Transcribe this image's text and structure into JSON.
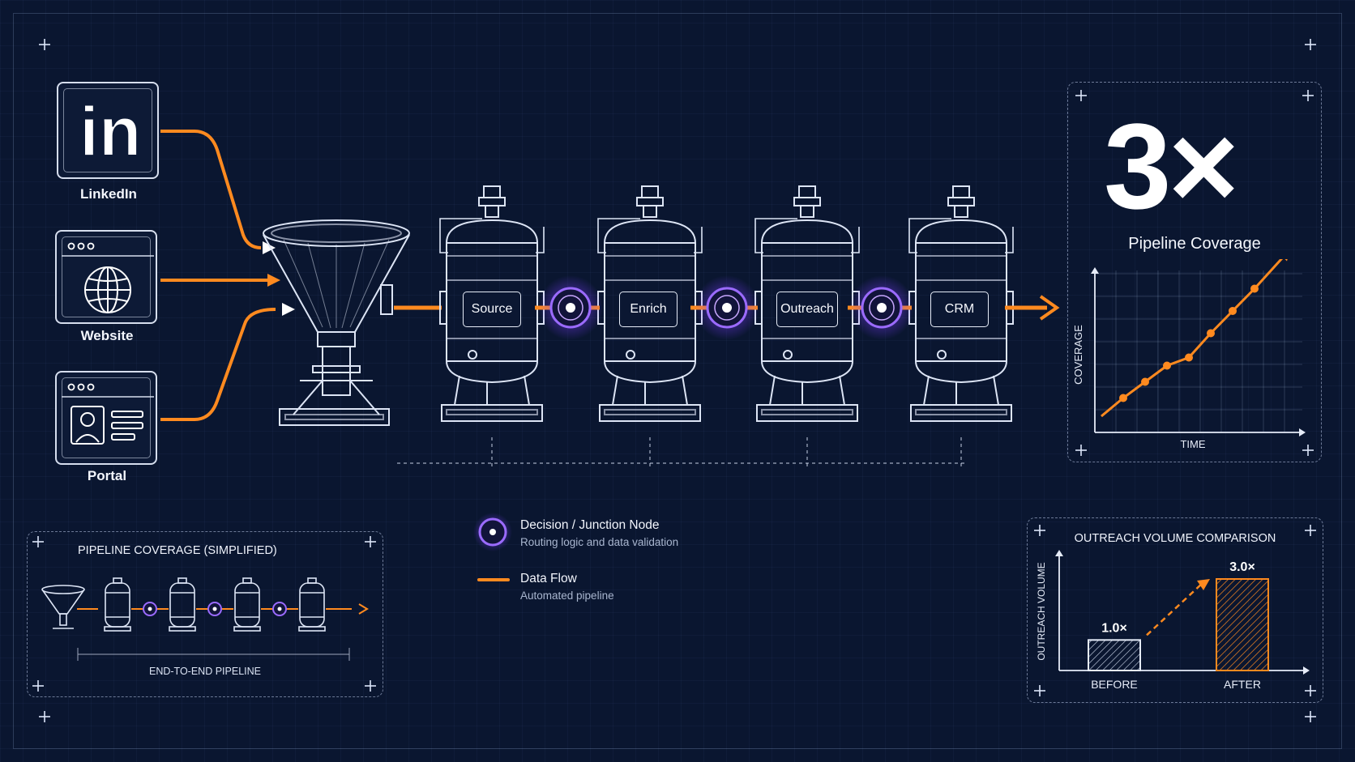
{
  "sources": [
    {
      "label": "LinkedIn",
      "icon": "linkedin-icon"
    },
    {
      "label": "Website",
      "icon": "globe-icon"
    },
    {
      "label": "Portal",
      "icon": "profile-card-icon"
    }
  ],
  "stages": [
    "Source",
    "Enrich",
    "Outreach",
    "CRM"
  ],
  "headline": {
    "value": "3×",
    "caption": "Pipeline Coverage"
  },
  "coverage_chart": {
    "xlabel": "TIME",
    "ylabel": "COVERAGE"
  },
  "simplified": {
    "title": "PIPELINE COVERAGE (SIMPLIFIED)",
    "caption": "END-TO-END PIPELINE"
  },
  "legend": [
    {
      "title": "Decision / Junction Node",
      "sub": "Routing logic and data validation",
      "icon": "junction-node-icon"
    },
    {
      "title": "Data Flow",
      "sub": "Automated pipeline",
      "icon": "data-flow-line-icon"
    }
  ],
  "outreach": {
    "title": "OUTREACH VOLUME COMPARISON",
    "ylabel": "OUTREACH VOLUME",
    "bars": [
      {
        "label": "BEFORE",
        "value_label": "1.0×",
        "value": 1.0
      },
      {
        "label": "AFTER",
        "value_label": "3.0×",
        "value": 3.0
      }
    ]
  },
  "chart_data": [
    {
      "type": "line",
      "title": "",
      "xlabel": "TIME",
      "ylabel": "COVERAGE",
      "series": [
        {
          "values": [
            0.08,
            0.17,
            0.25,
            0.33,
            0.37,
            0.49,
            0.6,
            0.71
          ]
        }
      ],
      "grid": true
    },
    {
      "type": "bar",
      "title": "OUTREACH VOLUME COMPARISON",
      "ylabel": "OUTREACH VOLUME",
      "categories": [
        "BEFORE",
        "AFTER"
      ],
      "values": [
        1.0,
        3.0
      ]
    }
  ],
  "colors": {
    "orange": "#ff8a1f",
    "purple": "#8a4dff",
    "line": "#dde5f5",
    "bg": "#0a1630"
  }
}
